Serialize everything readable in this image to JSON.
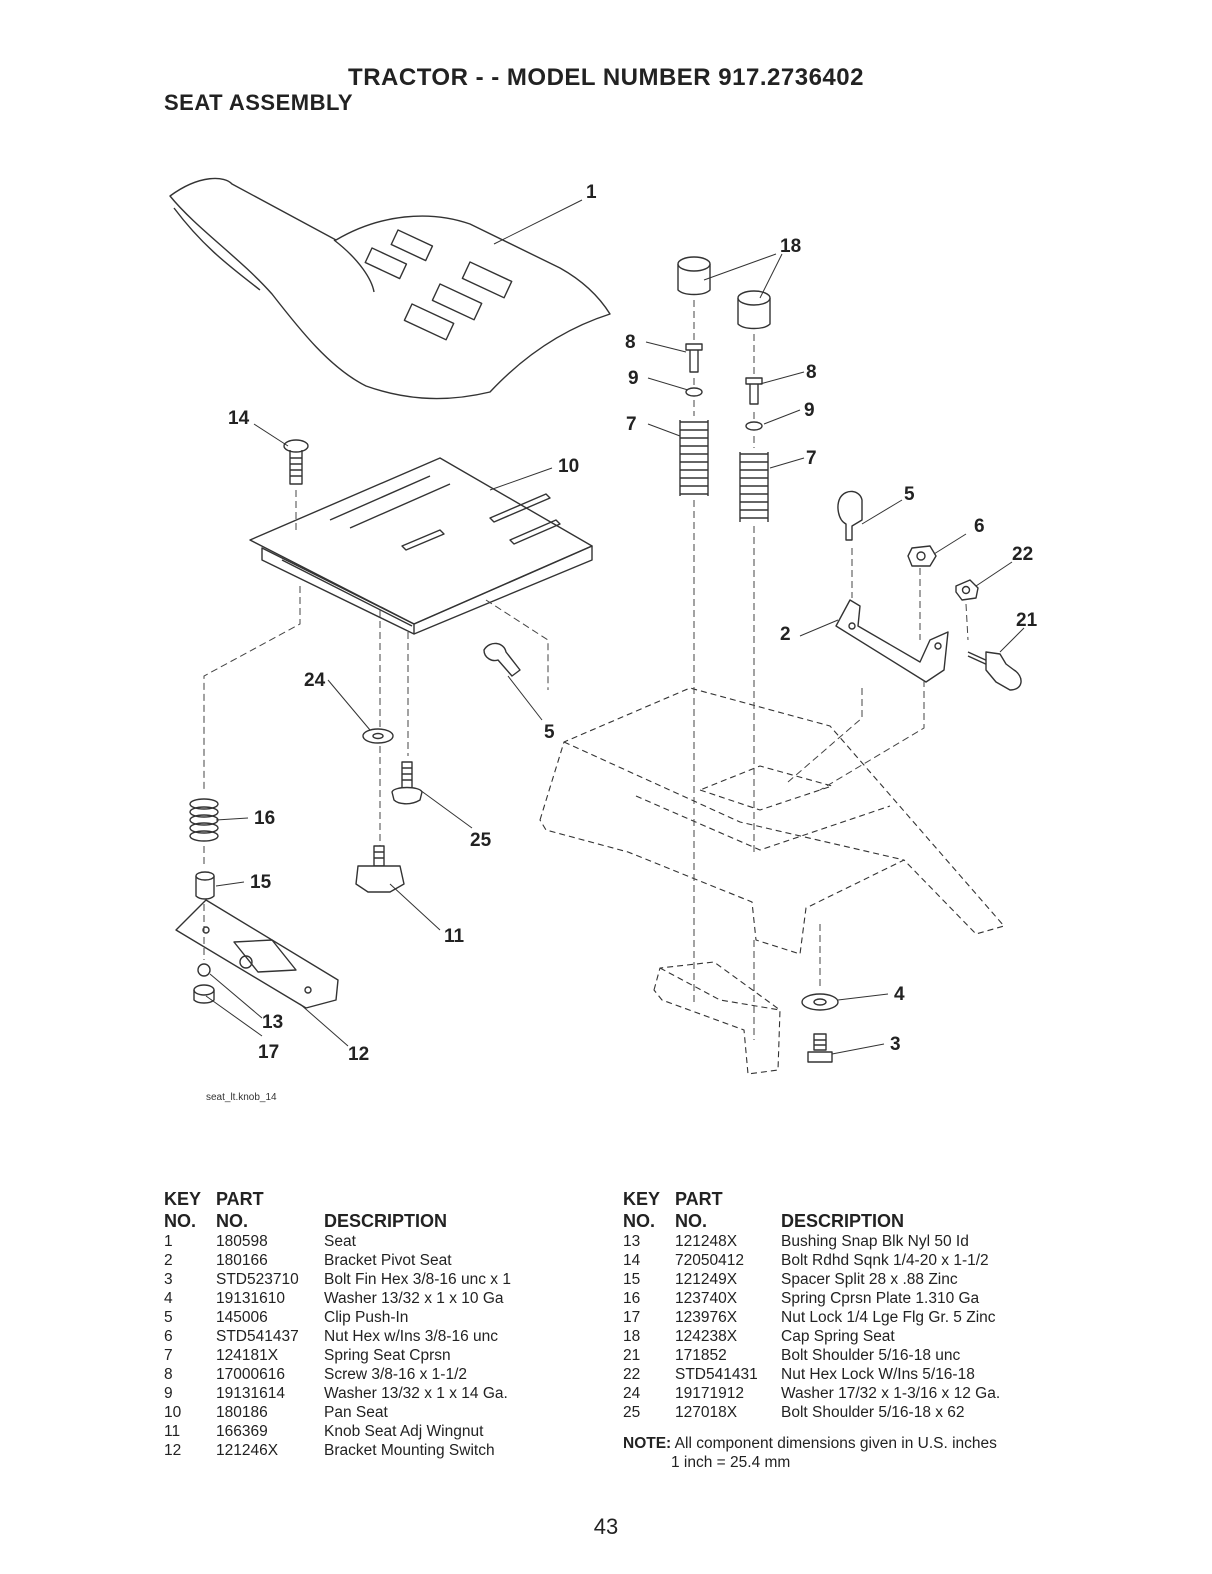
{
  "header": {
    "title": "TRACTOR - - MODEL NUMBER 917.2736402",
    "subtitle": "SEAT ASSEMBLY"
  },
  "diagram": {
    "reference": "seat_lt.knob_14",
    "callouts": [
      "1",
      "18",
      "8",
      "9",
      "7",
      "8",
      "9",
      "7",
      "14",
      "10",
      "5",
      "6",
      "22",
      "21",
      "2",
      "24",
      "5",
      "16",
      "25",
      "15",
      "11",
      "4",
      "3",
      "13",
      "17",
      "12"
    ]
  },
  "parts_table": {
    "headers": {
      "key_line1": "KEY",
      "key_line2": "NO.",
      "part_line1": "PART",
      "part_line2": "NO.",
      "description": "DESCRIPTION"
    },
    "left": [
      {
        "key": "1",
        "part": "180598",
        "desc": "Seat"
      },
      {
        "key": "2",
        "part": "180166",
        "desc": "Bracket Pivot Seat"
      },
      {
        "key": "3",
        "part": "STD523710",
        "desc": "Bolt Fin Hex 3/8-16 unc x 1"
      },
      {
        "key": "4",
        "part": "19131610",
        "desc": "Washer 13/32 x 1 x 10 Ga"
      },
      {
        "key": "5",
        "part": "145006",
        "desc": "Clip Push-In"
      },
      {
        "key": "6",
        "part": "STD541437",
        "desc": "Nut Hex w/Ins 3/8-16 unc"
      },
      {
        "key": "7",
        "part": "124181X",
        "desc": "Spring Seat Cprsn"
      },
      {
        "key": "8",
        "part": "17000616",
        "desc": "Screw 3/8-16 x 1-1/2"
      },
      {
        "key": "9",
        "part": "19131614",
        "desc": "Washer 13/32 x 1 x 14 Ga."
      },
      {
        "key": "10",
        "part": "180186",
        "desc": "Pan Seat"
      },
      {
        "key": "11",
        "part": "166369",
        "desc": "Knob Seat Adj Wingnut"
      },
      {
        "key": "12",
        "part": "121246X",
        "desc": "Bracket Mounting Switch"
      }
    ],
    "right": [
      {
        "key": "13",
        "part": "121248X",
        "desc": "Bushing Snap Blk Nyl 50 Id"
      },
      {
        "key": "14",
        "part": "72050412",
        "desc": "Bolt Rdhd Sqnk 1/4-20 x 1-1/2"
      },
      {
        "key": "15",
        "part": "121249X",
        "desc": "Spacer Split 28 x .88 Zinc"
      },
      {
        "key": "16",
        "part": "123740X",
        "desc": "Spring Cprsn Plate 1.310 Ga"
      },
      {
        "key": "17",
        "part": "123976X",
        "desc": "Nut Lock 1/4 Lge Flg Gr. 5 Zinc"
      },
      {
        "key": "18",
        "part": "124238X",
        "desc": "Cap Spring Seat"
      },
      {
        "key": "21",
        "part": "171852",
        "desc": "Bolt Shoulder 5/16-18 unc"
      },
      {
        "key": "22",
        "part": "STD541431",
        "desc": "Nut Hex Lock W/Ins 5/16-18"
      },
      {
        "key": "24",
        "part": "19171912",
        "desc": "Washer 17/32 x 1-3/16 x 12 Ga."
      },
      {
        "key": "25",
        "part": "127018X",
        "desc": "Bolt Shoulder 5/16-18 x 62"
      }
    ],
    "note_label": "NOTE:",
    "note_line1": "All component dimensions given in U.S. inches",
    "note_line2": "1 inch = 25.4 mm"
  },
  "page_number": "43"
}
